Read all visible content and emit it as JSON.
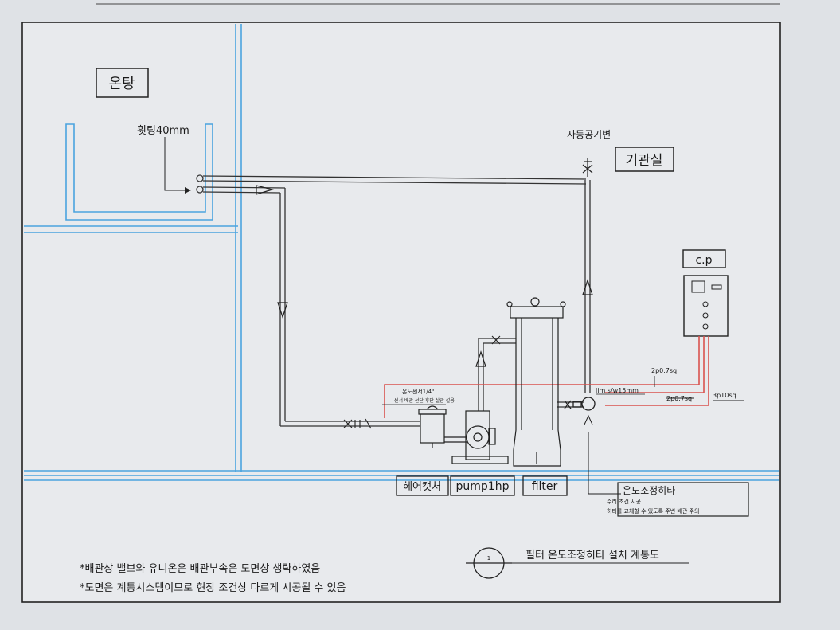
{
  "labels": {
    "hot_bath": "온탕",
    "fitting": "휫팅40mm",
    "air_valve": "자동공기변",
    "machine_room": "기관실",
    "cp": "c.p",
    "wire_1": "2p0.7sq",
    "wire_2": "2p0.7sq",
    "wire_3": "3p10sq",
    "sensor_line1": "온도센서1/4\"",
    "sensor_line2": "센서 배관 선단 후단 살관 설용",
    "pipe_size": "lim s/w15mm",
    "hair_catcher": "헤어캣처",
    "pump": "pump1hp",
    "filter": "filter",
    "heater_title": "온도조정히타",
    "heater_note1": "수리 조건 시공",
    "heater_note2": "히타를 교체할 수 있도록 주변 배관 주의",
    "circle_number": "1",
    "drawing_title": "필터 온도조정히타 설치 계통도",
    "note1": "*배관상 밸브와 유니온은 배관부속은 도면상 생략하였음",
    "note2": "*도면은 계통시스템이므로 현장 조건상 다르게 시공될 수 있음"
  },
  "colors": {
    "wall": "#4aa3df",
    "pipe": "#333333",
    "wire": "#d9534f",
    "paper": "#e9ebee"
  }
}
